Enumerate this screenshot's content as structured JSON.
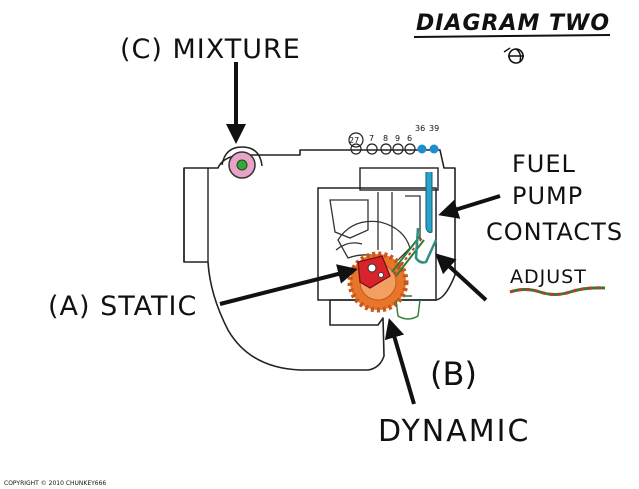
{
  "title": "DIAGRAM TWO",
  "labels": {
    "mixture": "(C) MIXTURE",
    "static": "(A) STATIC",
    "dynamic_letter": "(B)",
    "dynamic": "DYNAMIC",
    "fuel_pump_line1": "FUEL",
    "fuel_pump_line2": "PUMP",
    "fuel_pump_line3": "CONTACTS",
    "adjust": "ADJUST"
  },
  "numbers": {
    "n27": "27",
    "n7": "7",
    "n8": "8",
    "n9": "9",
    "n6": "6",
    "n36": "36",
    "n39": "39"
  },
  "copyright": "COPYRIGHT © 2010 CHUNKEY666",
  "colors": {
    "ink": "#111111",
    "gear": "#e8762a",
    "gear_dark": "#c9561a",
    "red_part": "#d8232a",
    "pink_knob": "#e9a3c9",
    "green_center": "#3aa63a",
    "blue_dot": "#1f8ed0",
    "blue_contact": "#2aa3c9",
    "teal_contact": "#2f8f83",
    "adjust_underline_red": "#c0392b",
    "adjust_underline_green": "#2e7d32"
  }
}
